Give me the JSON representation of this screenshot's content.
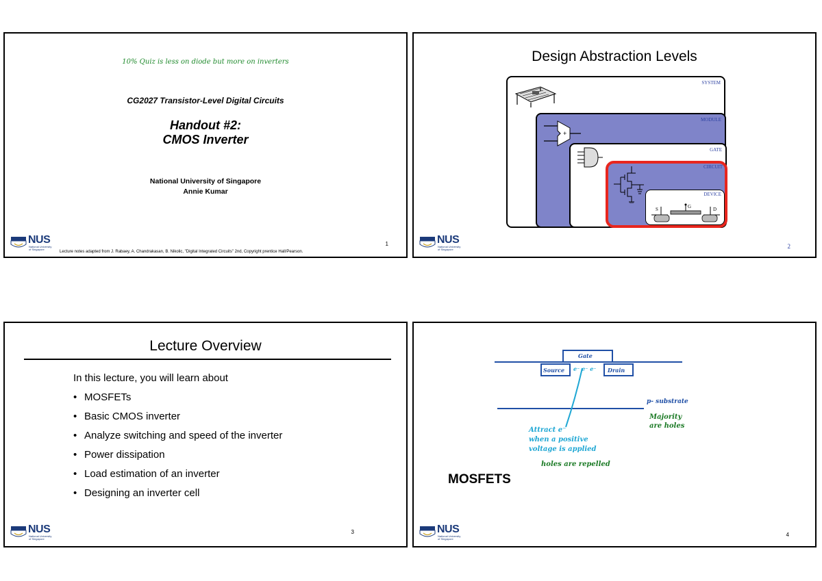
{
  "slide1": {
    "note": "10% Quiz is less on diode but more on inverters",
    "course": "CG2027 Transistor-Level Digital Circuits",
    "title_line1": "Handout #2:",
    "title_line2": "CMOS Inverter",
    "university": "National University of Singapore",
    "author": "Annie Kumar",
    "footer": "Lecture notes adapted from J. Rabaey, A. Chandrakasan, B. Nikolic, \"Digital Integrated Circuits\" 2nd, Copyright prentice Hall/Pearson.",
    "page": "1"
  },
  "slide2": {
    "title": "Design Abstraction Levels",
    "levels": [
      "SYSTEM",
      "MODULE",
      "GATE",
      "CIRCUIT",
      "DEVICE"
    ],
    "device_terms": {
      "s": "S",
      "g": "G",
      "d": "D",
      "plus": "+"
    },
    "page": "2"
  },
  "slide3": {
    "title": "Lecture Overview",
    "intro": "In this lecture, you will learn about",
    "items": [
      "MOSFETs",
      "Basic CMOS inverter",
      "Analyze switching and speed of the inverter",
      "Power dissipation",
      "Load estimation of an inverter",
      "Designing an inverter cell"
    ],
    "page": "3"
  },
  "slide4": {
    "title": "MOSFETS",
    "annotations": {
      "gate": "Gate",
      "source": "Source",
      "electrons": "e⁻ e⁻ e⁻",
      "drain": "Drain",
      "substrate": "p- substrate",
      "majority_line1": "Majority",
      "majority_line2": "are holes",
      "attract_line1": "Attract e⁻",
      "attract_line2": "when a positive",
      "attract_line3": "voltage is applied",
      "holes": "holes are repelled"
    },
    "page": "4"
  },
  "logo": {
    "name": "NUS",
    "sub_line1": "National University",
    "sub_line2": "of Singapore"
  },
  "colors": {
    "logo_blue": "#1b3a7a",
    "level_fill": "#7f84c9",
    "highlight_red": "#e8261e",
    "ink_blue": "#1f4fa6",
    "ink_cyan": "#1fa7d4",
    "ink_green": "#1b7a25"
  }
}
